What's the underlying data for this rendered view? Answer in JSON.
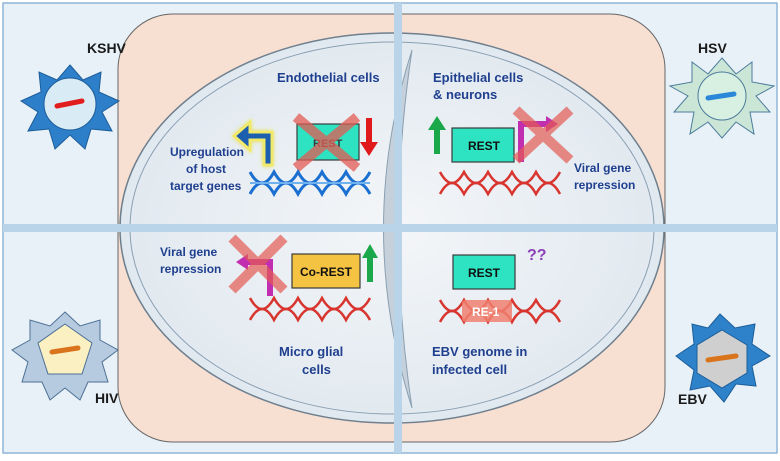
{
  "viruses": {
    "kshv": "KSHV",
    "hsv": "HSV",
    "hiv": "HIV",
    "ebv": "EBV"
  },
  "quadrants": {
    "top_left": {
      "cell_type": "Endothelial cells",
      "protein": "REST",
      "outcome_lines": [
        "Upregulation",
        "of host",
        "target genes"
      ]
    },
    "top_right": {
      "cell_type_lines": [
        "Epithelial cells",
        "& neurons"
      ],
      "protein": "REST",
      "outcome_lines": [
        "Viral gene",
        "repression"
      ]
    },
    "bottom_left": {
      "outcome_lines": [
        "Viral gene",
        "repression"
      ],
      "protein": "Co-REST",
      "cell_type_lines": [
        "Micro glial",
        "cells"
      ]
    },
    "bottom_right": {
      "protein": "REST",
      "element": "RE-1",
      "unknown": "??",
      "cell_type_lines": [
        "EBV genome in",
        "infected cell"
      ]
    }
  },
  "colors": {
    "background": "#e8f1f7",
    "salmon": "#f7dfd2",
    "cell": "#e9eef3",
    "divider": "#b9d3e8",
    "rest_box": "#2de3c2",
    "corest_box": "#f5c342",
    "up_arrow": "#1aa84a",
    "down_arrow": "#e0191c",
    "blue_dna": "#1a6fd1",
    "red_dna": "#d8352f",
    "label": "#1f3f8f",
    "unknown": "#8a3fb8"
  }
}
